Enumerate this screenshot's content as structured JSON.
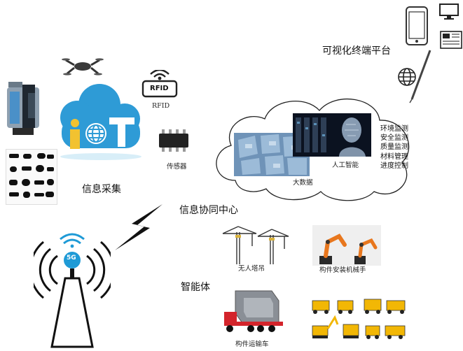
{
  "platform": {
    "title": "可视化终端平台"
  },
  "collection": {
    "title": "信息采集",
    "iot_logo": "IoT",
    "rfid_caption": "RFID",
    "rfid_chip_text": "RFID",
    "sensor_caption": "传感器"
  },
  "center": {
    "title": "信息协同中心",
    "bigdata_caption": "大数据",
    "ai_caption": "人工智能",
    "functions": [
      "环境监测",
      "安全监测",
      "质量监测",
      "材料管理",
      "进度控制"
    ]
  },
  "network": {
    "label": "5G"
  },
  "agents": {
    "title": "智能体",
    "crane_caption": "无人塔吊",
    "robot_caption": "构件安装机械手",
    "truck_caption": "构件运输车"
  },
  "colors": {
    "cloud_blue": "#2e9bd6",
    "iot_yellow": "#f2c230",
    "signal_blue": "#1e9ad6",
    "robot_orange": "#e8771e"
  }
}
